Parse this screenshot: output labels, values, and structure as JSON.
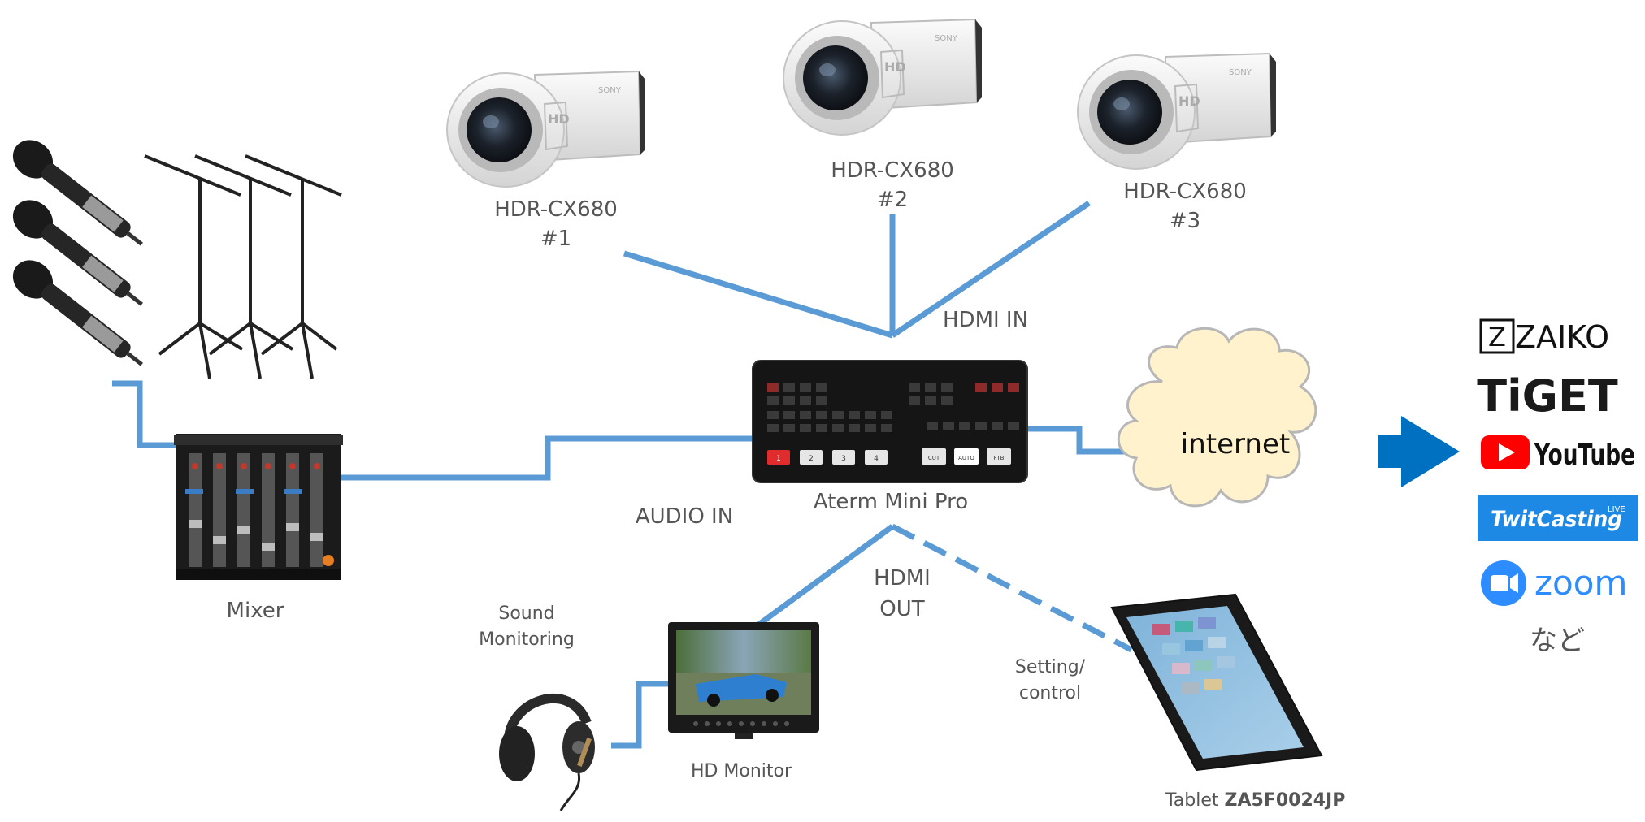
{
  "cameras": [
    {
      "model": "HDR-CX680",
      "number": "#1"
    },
    {
      "model": "HDR-CX680",
      "number": "#2"
    },
    {
      "model": "HDR-CX680",
      "number": "#3"
    }
  ],
  "camera_brand": "SONY",
  "camera_badge": "HD",
  "labels": {
    "hdmi_in": "HDMI IN",
    "audio_in": "AUDIO IN",
    "switcher": "Aterm Mini Pro",
    "mixer": "Mixer",
    "internet": "internet",
    "sound_monitoring_1": "Sound",
    "sound_monitoring_2": "Monitoring",
    "hdmi_out_1": "HDMI",
    "hdmi_out_2": "OUT",
    "hd_monitor": "HD Monitor",
    "setting_1": "Setting/",
    "setting_2": "control",
    "tablet_prefix": "Tablet ",
    "tablet_model": "ZA5F0024JP"
  },
  "switcher_buttons": [
    "1",
    "2",
    "3",
    "4",
    "CUT",
    "AUTO",
    "FTB"
  ],
  "services": {
    "zaiko": "ZAIKO",
    "zaiko_mark": "Z",
    "tiget": "TiGET",
    "youtube": "YouTube",
    "twitcasting": "TwitCasting",
    "twitcasting_live": "LIVE",
    "zoom": "zoom",
    "etc": "など"
  },
  "colors": {
    "line": "#5b9bd5",
    "arrow": "#0070c0",
    "cloud": "#fff2cc",
    "youtube_red": "#ff0000",
    "twitcasting_blue": "#1e88e5",
    "zoom_blue": "#2d8cff"
  }
}
